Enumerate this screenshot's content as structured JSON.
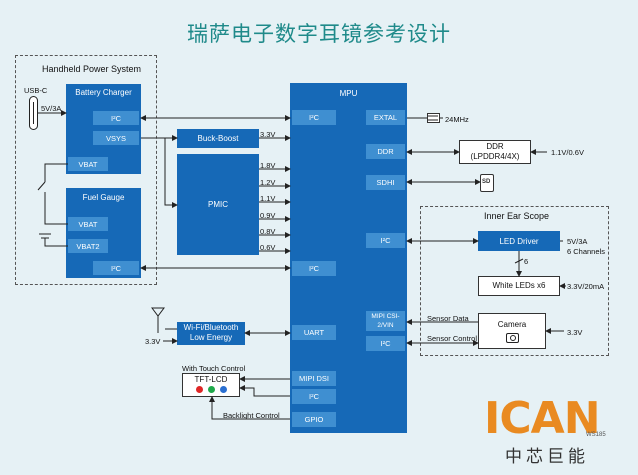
{
  "title": "瑞萨电子数字耳镜参考设计",
  "handheld": {
    "label": "Handheld Power System",
    "usb_label": "USB-C",
    "usb_rating": "5V/3A",
    "charger": {
      "title": "Battery Charger",
      "i2c": "I²C",
      "vsys": "VSYS",
      "vbat": "VBAT"
    },
    "gauge": {
      "title": "Fuel Gauge",
      "vbat": "VBAT",
      "vbat2": "VBAT2",
      "i2c": "I²C"
    }
  },
  "buck": {
    "label": "Buck-Boost",
    "out": "3.3V"
  },
  "pmic": {
    "label": "PMIC",
    "outputs": [
      "1.8V",
      "1.2V",
      "1.1V",
      "0.9V",
      "0.8V",
      "0.6V"
    ]
  },
  "mpu": {
    "label": "MPU",
    "left_ports": {
      "i2c_top": "I²C",
      "i2c_mid": "I²C",
      "uart": "UART",
      "mipi_dsi": "MIPI DSI",
      "i2c_bottom": "I²C",
      "gpio": "GPIO"
    },
    "right_ports": {
      "extal": "EXTAL",
      "ddr": "DDR",
      "sdhi": "SDHI",
      "i2c": "I²C",
      "mipi_csi": "MIPI CSI-2/VIN",
      "i2c_bottom": "I²C"
    }
  },
  "crystal": {
    "freq": "24MHz"
  },
  "ddr": {
    "label": "DDR\n(LPDDR4/4X)",
    "voltage": "1.1V/0.6V"
  },
  "sd": {
    "label": "SD"
  },
  "ear": {
    "label": "Inner Ear Scope",
    "led_driver": "LED Driver",
    "led_supply": "5V/3A",
    "led_channels": "6 Channels",
    "bus_count": "6",
    "white_leds": "White LEDs x6",
    "white_supply": "3.3V/20mA",
    "camera": "Camera",
    "camera_supply": "3.3V",
    "sensor_data": "Sensor Data",
    "sensor_control": "Sensor Control"
  },
  "wifi": {
    "label": "Wi-Fi/Bluetooth\nLow Energy",
    "supply": "3.3V"
  },
  "lcd": {
    "caption": "With Touch Control",
    "label": "TFT-LCD",
    "backlight": "Backlight Control"
  },
  "logo": {
    "brand": "ICAN",
    "small": "WS185",
    "cn": "中芯巨能"
  },
  "colors": {
    "block": "#1669b7",
    "port": "#3f8fd1",
    "title": "#1f8a8a",
    "logo": "#e98a21",
    "background": "#e6f1f5"
  }
}
